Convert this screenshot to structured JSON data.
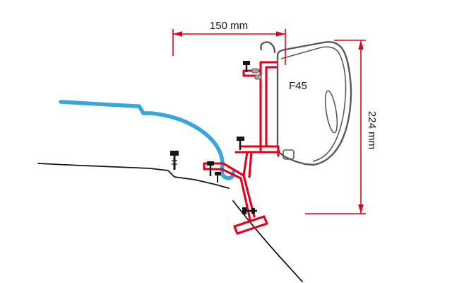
{
  "diagram": {
    "product_label": "F45",
    "dimensions": {
      "width": {
        "label": "150 mm",
        "value": 150,
        "unit": "mm"
      },
      "height": {
        "label": "224 mm",
        "value": 224,
        "unit": "mm"
      }
    },
    "colors": {
      "accent_red": "#e2001a",
      "roof_blue": "#3aa5dc",
      "outline_grey": "#59595b",
      "line_black": "#161616",
      "background": "#ffffff"
    }
  }
}
